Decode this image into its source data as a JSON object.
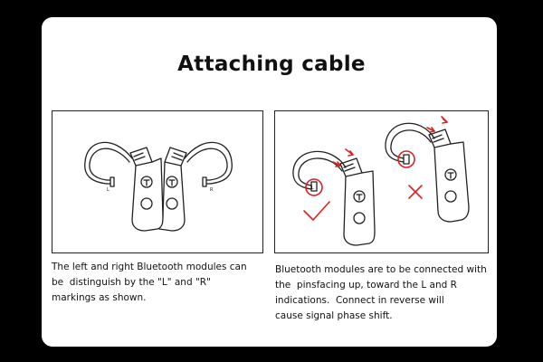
{
  "title": "Attaching cable",
  "left_caption": [
    "The left and right Bluetooth modules can",
    "be  distinguish by the \"L\" and \"R\"",
    "markings as shown."
  ],
  "right_caption": [
    "Bluetooth modules are to be connected with",
    "the  pinsfacing up, toward the L and R",
    "indications.  Connect in reverse will",
    "cause signal phase shift."
  ],
  "labels": {
    "left": "L",
    "right": "R"
  },
  "colors": {
    "background": "#000000",
    "card": "#ffffff",
    "ink": "#222222",
    "accent": "#e02020"
  },
  "icons": {
    "correct": "check-mark-icon",
    "incorrect": "cross-mark-icon"
  }
}
